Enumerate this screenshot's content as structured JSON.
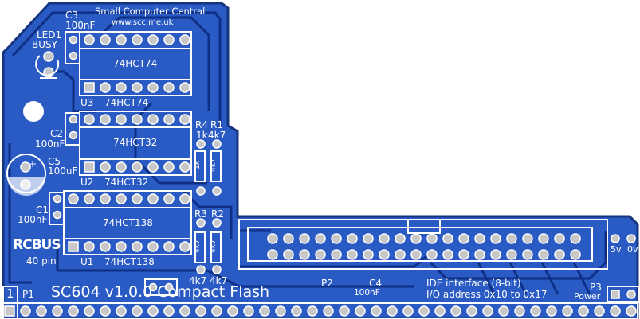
{
  "colors": {
    "board": "#2a5ac4",
    "trace": "#0e2f86",
    "silk": "#ffffff",
    "pad": "#c8c8c8"
  },
  "header": {
    "line1": "Small Computer Central",
    "line2": "www.scc.me.uk"
  },
  "components": {
    "led1": {
      "ref": "LED1",
      "value": "BUSY"
    },
    "c3": {
      "ref": "C3",
      "value": "100nF"
    },
    "c2": {
      "ref": "C2",
      "value": "100nF"
    },
    "c5": {
      "ref": "C5",
      "value": "100uF"
    },
    "c1": {
      "ref": "C1",
      "value": "100nF"
    },
    "c4": {
      "ref": "C4",
      "value": "100nF"
    },
    "u3": {
      "ref": "U3",
      "value": "74HCT74",
      "body": "74HCT74"
    },
    "u2": {
      "ref": "U2",
      "value": "74HCT32",
      "body": "74HCT32"
    },
    "u1": {
      "ref": "U1",
      "value": "74HCT138",
      "body": "74HCT138"
    },
    "r4": {
      "ref": "R4",
      "value": "1k",
      "body": "1k"
    },
    "r1": {
      "ref": "R1",
      "value": "4k7",
      "body": "4k7"
    },
    "r3": {
      "ref": "R3",
      "value": "4k7",
      "body": "4k7"
    },
    "r2": {
      "ref": "R2",
      "value": "4k7",
      "body": "4k7"
    },
    "p1": {
      "ref": "P1",
      "pin1": "1"
    },
    "p2": {
      "ref": "P2"
    },
    "p3": {
      "ref": "P3",
      "value": "Power",
      "pin_a": "5v",
      "pin_b": "0v"
    }
  },
  "logo": {
    "brand": "RCBUS",
    "sub": "40 pin"
  },
  "board_title": "SC604 v1.0.0 Compact Flash",
  "notes": {
    "line1": "IDE interface (8-bit)",
    "line2": "I/O address 0x10 to 0x17"
  }
}
